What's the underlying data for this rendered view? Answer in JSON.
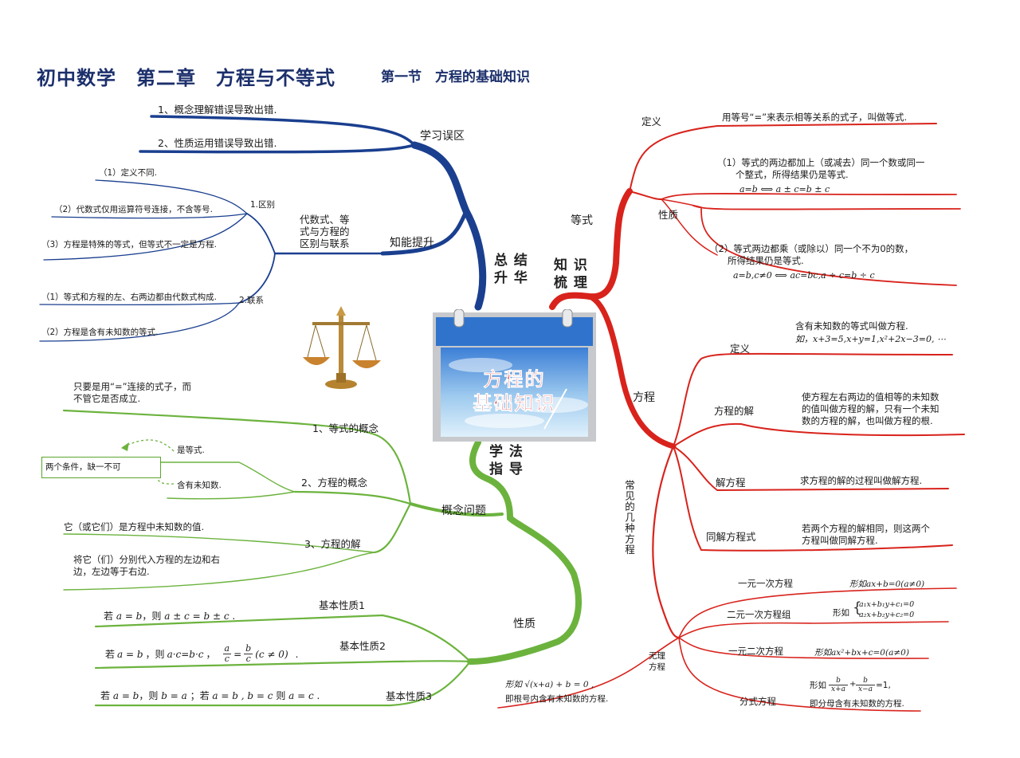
{
  "title": {
    "main": "初中数学　第二章　方程与不等式",
    "section": "第一节　方程的基础知识"
  },
  "center": {
    "line1": "方程的",
    "line2": "基础知识"
  },
  "branches": {
    "summary": {
      "label": "总 结\n升 华",
      "mistakes": {
        "label": "学习误区",
        "items": [
          "1、概念理解错误导致出错.",
          "2、性质运用错误导致出错."
        ]
      },
      "improve": {
        "label": "知能提升",
        "sub": "代数式、等\n式与方程的\n区别与联系",
        "diff": {
          "label": "1.区别",
          "items": [
            "（1）定义不同.",
            "（2）代数式仅用运算符号连接，不含等号.",
            "（3）方程是特殊的等式，但等式不一定是方程."
          ]
        },
        "link": {
          "label": "2.联系",
          "items": [
            "（1）等式和方程的左、右两边都由代数式构成.",
            "（2）方程是含有未知数的等式."
          ]
        }
      }
    },
    "knowledge": {
      "label": "知 识\n梳 理",
      "equality": {
        "label": "等式",
        "def_label": "定义",
        "def_text": "用等号“=”来表示相等关系的式子，叫做等式.",
        "prop_label": "性质",
        "prop1": "（1）等式的两边都加上（或减去）同一个数或同一\n　　个整式，所得结果仍是等式.",
        "prop1_math": "a=b ⟺ a ± c=b ± c",
        "prop2": "（2）等式两边都乘（或除以）同一个不为0的数，\n　　所得结果仍是等式.",
        "prop2_math": "a=b,c≠0  ⟺  ac=bc,a ÷ c=b ÷ c"
      },
      "equation": {
        "label": "方程",
        "def_label": "定义",
        "def_text": "含有未知数的等式叫做方程.",
        "def_example": "如，x+3=5,x+y=1,x²+2x−3=0, ⋯",
        "solution_label": "方程的解",
        "solution_text": "使方程左右两边的值相等的未知数\n的值叫做方程的解，只有一个未知\n数的方程的解，也叫做方程的根.",
        "solving_label": "解方程",
        "solving_text": "求方程的解的过程叫做解方程.",
        "same_label": "同解方程式",
        "same_text": "若两个方程的解相同，则这两个\n方程叫做同解方程.",
        "types_label": "常见的几种方程",
        "types": [
          {
            "label": "一元一次方程",
            "form": "形如ax+b=0(a≠0)"
          },
          {
            "label": "二元一次方程组",
            "form_prefix": "形如",
            "form_a": "a₁x+b₁y+c₁=0",
            "form_b": "a₂x+b₂y+c₂=0"
          },
          {
            "label": "一元二次方程",
            "form": "形如ax²+bx+c=0(a≠0)"
          },
          {
            "label": "分式方程",
            "form_prefix": "形如",
            "frac1_num": "b",
            "frac1_den": "x+a",
            "frac2_num": "b",
            "frac2_den": "x−a",
            "form_suffix": "=1,",
            "desc": "即分母含有未知数的方程."
          }
        ],
        "irrational_label": "无理\n方程",
        "irrational_form": "形如 √(x+a) + b = 0 ,",
        "irrational_desc": "即根号内含有未知数的方程."
      }
    },
    "method": {
      "label": "学 法\n指 导",
      "concepts": {
        "label": "概念问题",
        "eq_concept": {
          "label": "1、等式的概念",
          "text": "只要是用“=”连接的式子，而\n不管它是否成立."
        },
        "equation_concept": {
          "label": "2、方程的概念",
          "cond1": "是等式.",
          "cond2": "含有未知数.",
          "box": "两个条件，缺一不可"
        },
        "solution": {
          "label": "3、方程的解",
          "text1": "它（或它们）是方程中未知数的值.",
          "text2": "将它（们）分别代入方程的左边和右\n边，左边等于右边."
        }
      },
      "properties": {
        "label": "性质",
        "p1": {
          "label": "基本性质1",
          "text_pre": "若",
          "m1": "a = b",
          "mid": "，则",
          "m2": "a ± c = b ± c",
          "end": "."
        },
        "p2": {
          "label": "基本性质2",
          "text_pre": "若",
          "m1": "a = b",
          "mid": "，则",
          "m2": "a·c=b·c",
          "sep": "，",
          "fa": "a",
          "fc1": "c",
          "fb": "b",
          "fc2": "c",
          "cond": "(c ≠ 0)",
          "end": "."
        },
        "p3": {
          "label": "基本性质3",
          "text_pre": "若",
          "m1": "a = b",
          "mid": "，则",
          "m2": "b = a",
          "mid2": "；若",
          "m3": "a = b , b = c",
          "mid3": "则",
          "m4": "a = c",
          "end": "."
        }
      }
    }
  },
  "colors": {
    "title": "#1b2f6b",
    "blue": "#1a3f8f",
    "red": "#d8231c",
    "green": "#6cb33e",
    "calendar": "#3b7fd0"
  }
}
